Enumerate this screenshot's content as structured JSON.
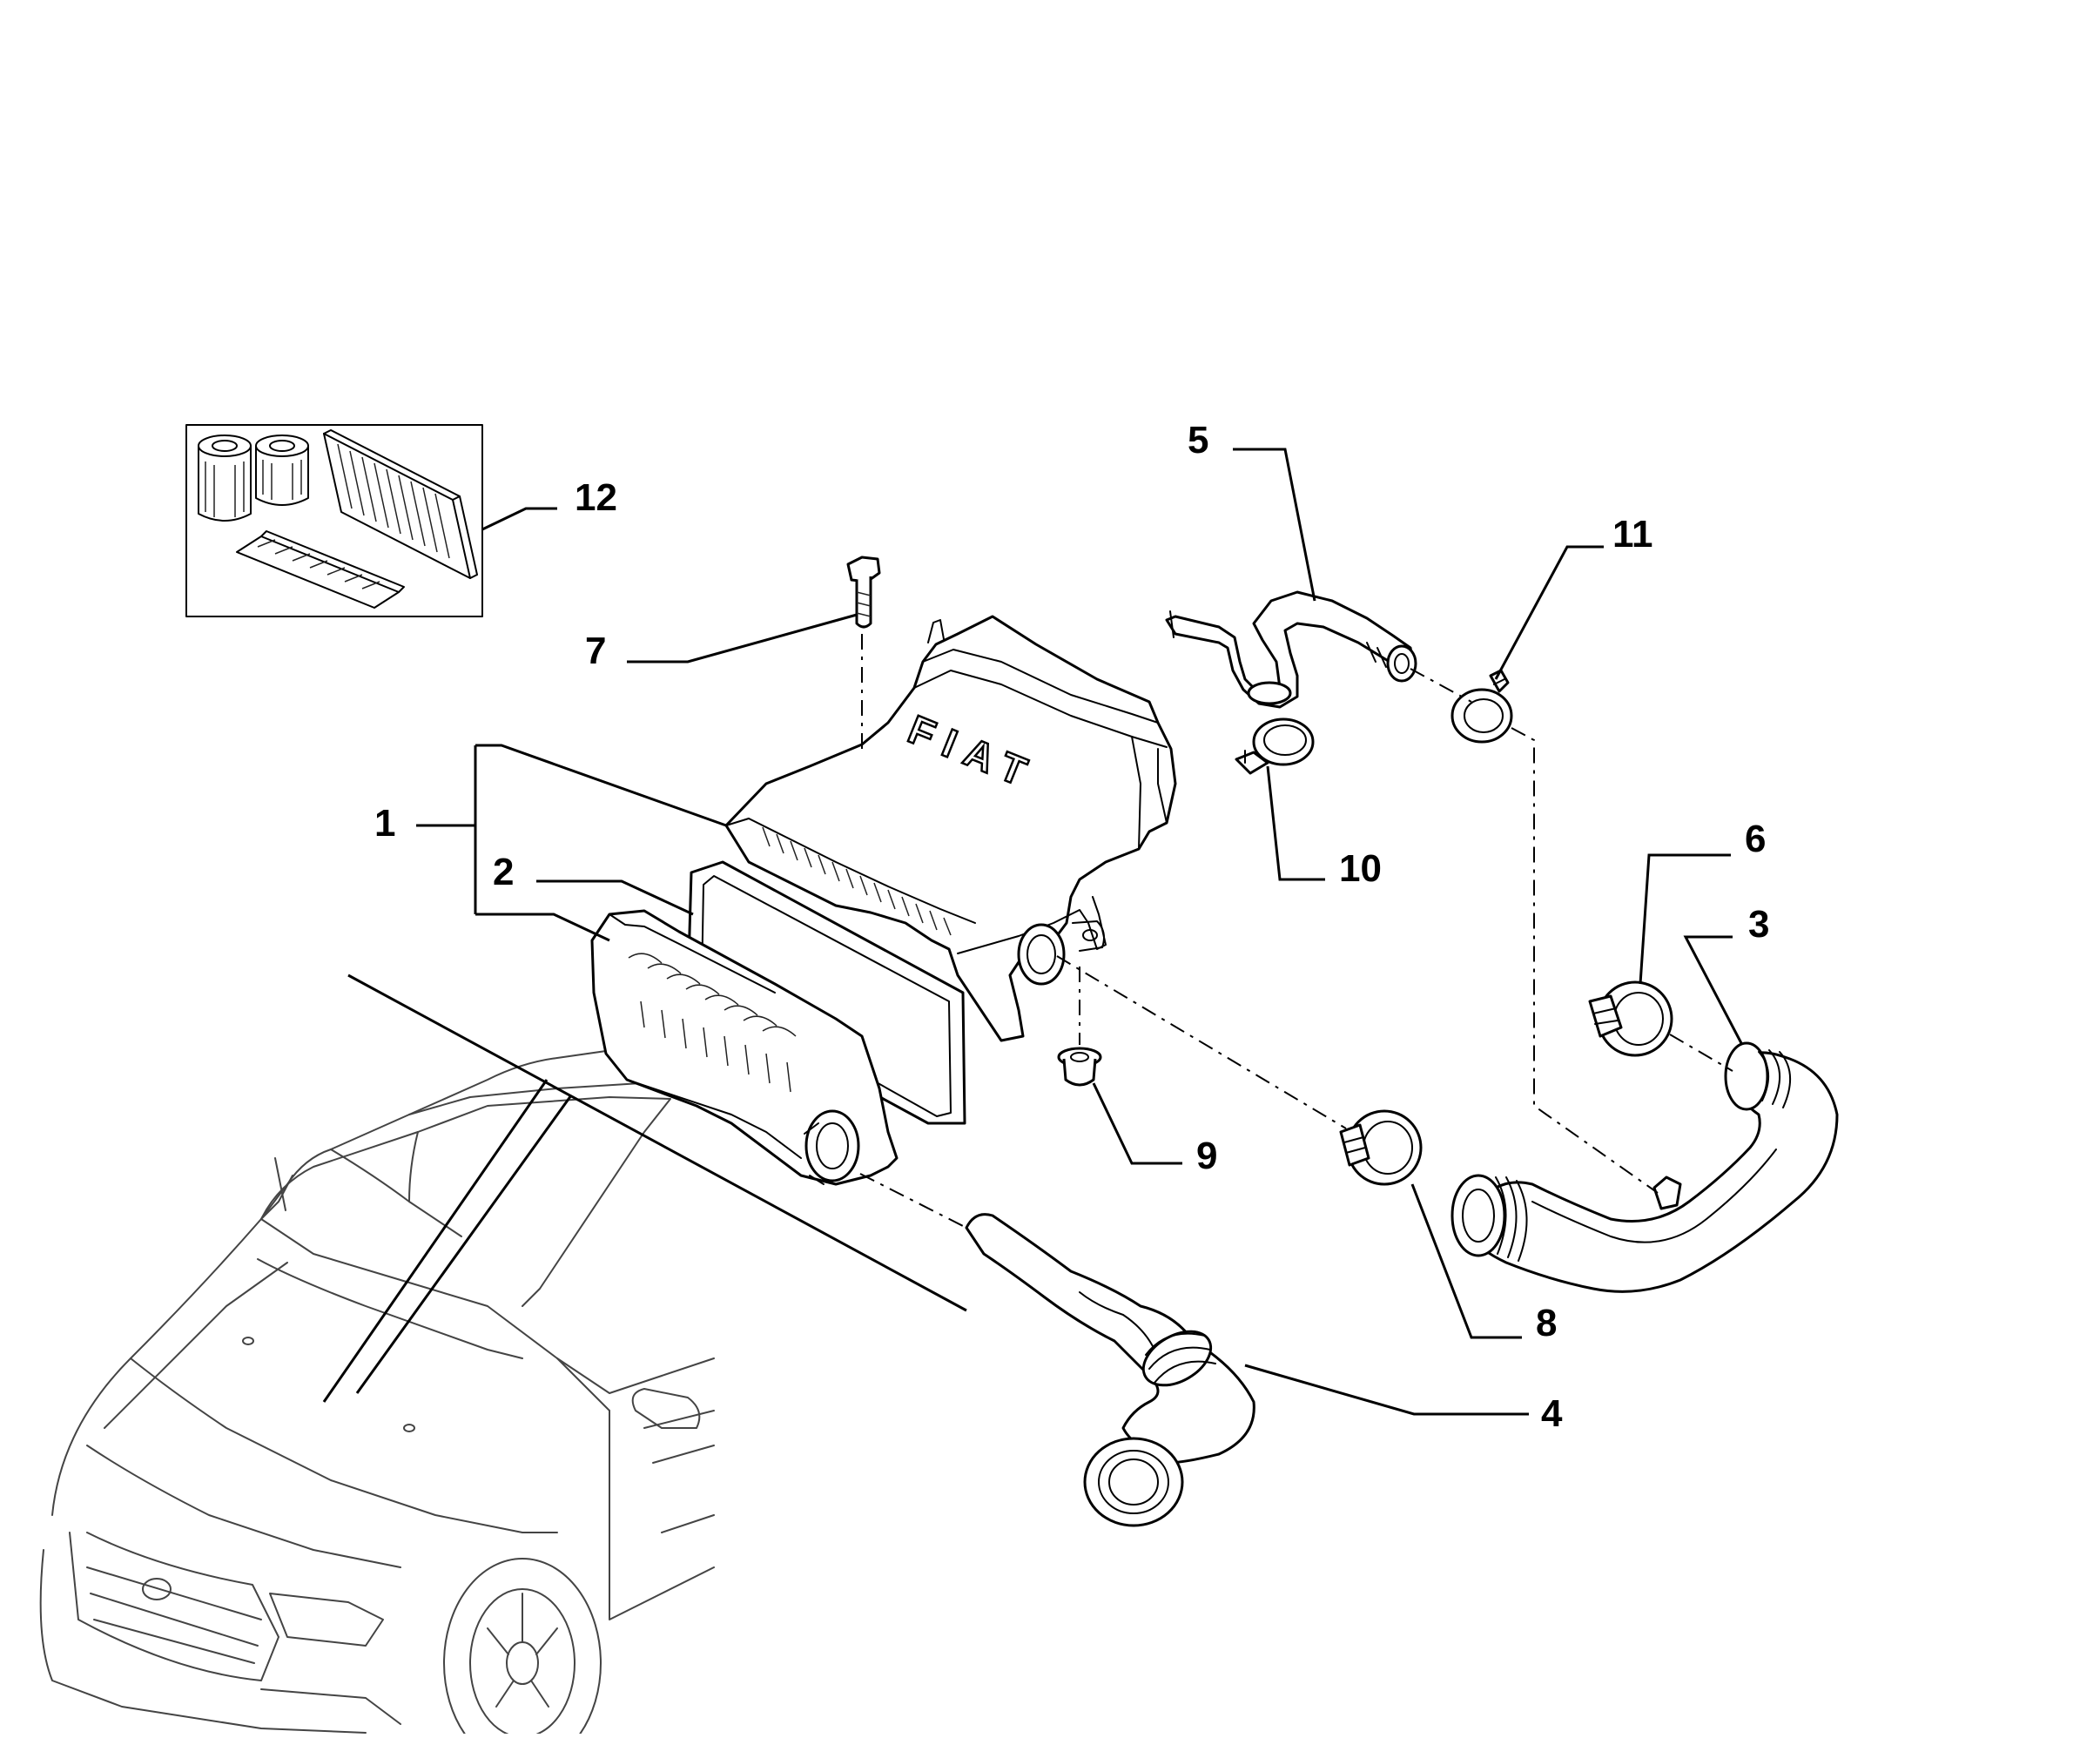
{
  "diagram": {
    "brand_mark": "FIAT",
    "callouts": [
      {
        "id": "c1",
        "label": "1"
      },
      {
        "id": "c2",
        "label": "2"
      },
      {
        "id": "c3",
        "label": "3"
      },
      {
        "id": "c4",
        "label": "4"
      },
      {
        "id": "c5",
        "label": "5"
      },
      {
        "id": "c6",
        "label": "6"
      },
      {
        "id": "c7",
        "label": "7"
      },
      {
        "id": "c8",
        "label": "8"
      },
      {
        "id": "c9",
        "label": "9"
      },
      {
        "id": "c10",
        "label": "10"
      },
      {
        "id": "c11",
        "label": "11"
      },
      {
        "id": "c12",
        "label": "12"
      }
    ]
  }
}
